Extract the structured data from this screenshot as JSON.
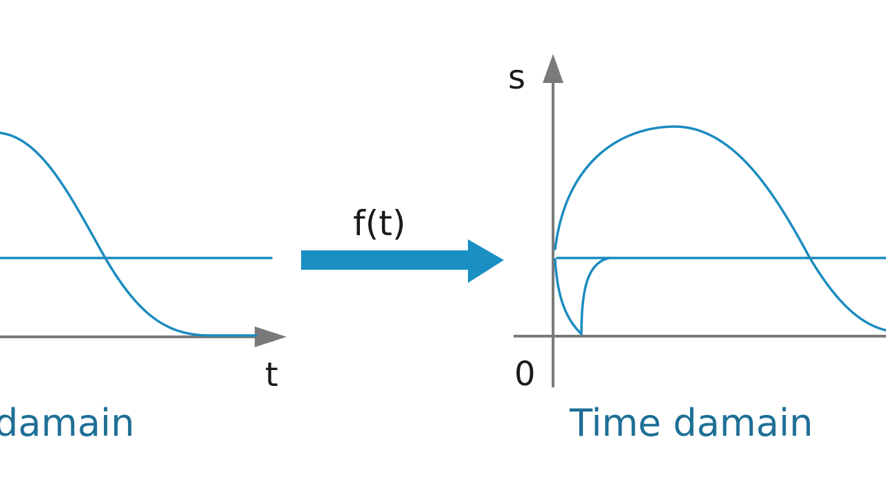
{
  "colors": {
    "curve": "#1a8bbf",
    "arrow": "#1a8fc4",
    "axis": "#7a7a7a",
    "caption": "#1e6f95",
    "text": "#1a1a1a"
  },
  "left_panel": {
    "x_axis_label": "t",
    "caption": "damain"
  },
  "transform": {
    "label": "f(t)"
  },
  "right_panel": {
    "y_axis_label": "s",
    "origin_label": "0",
    "caption": "Time damain"
  }
}
